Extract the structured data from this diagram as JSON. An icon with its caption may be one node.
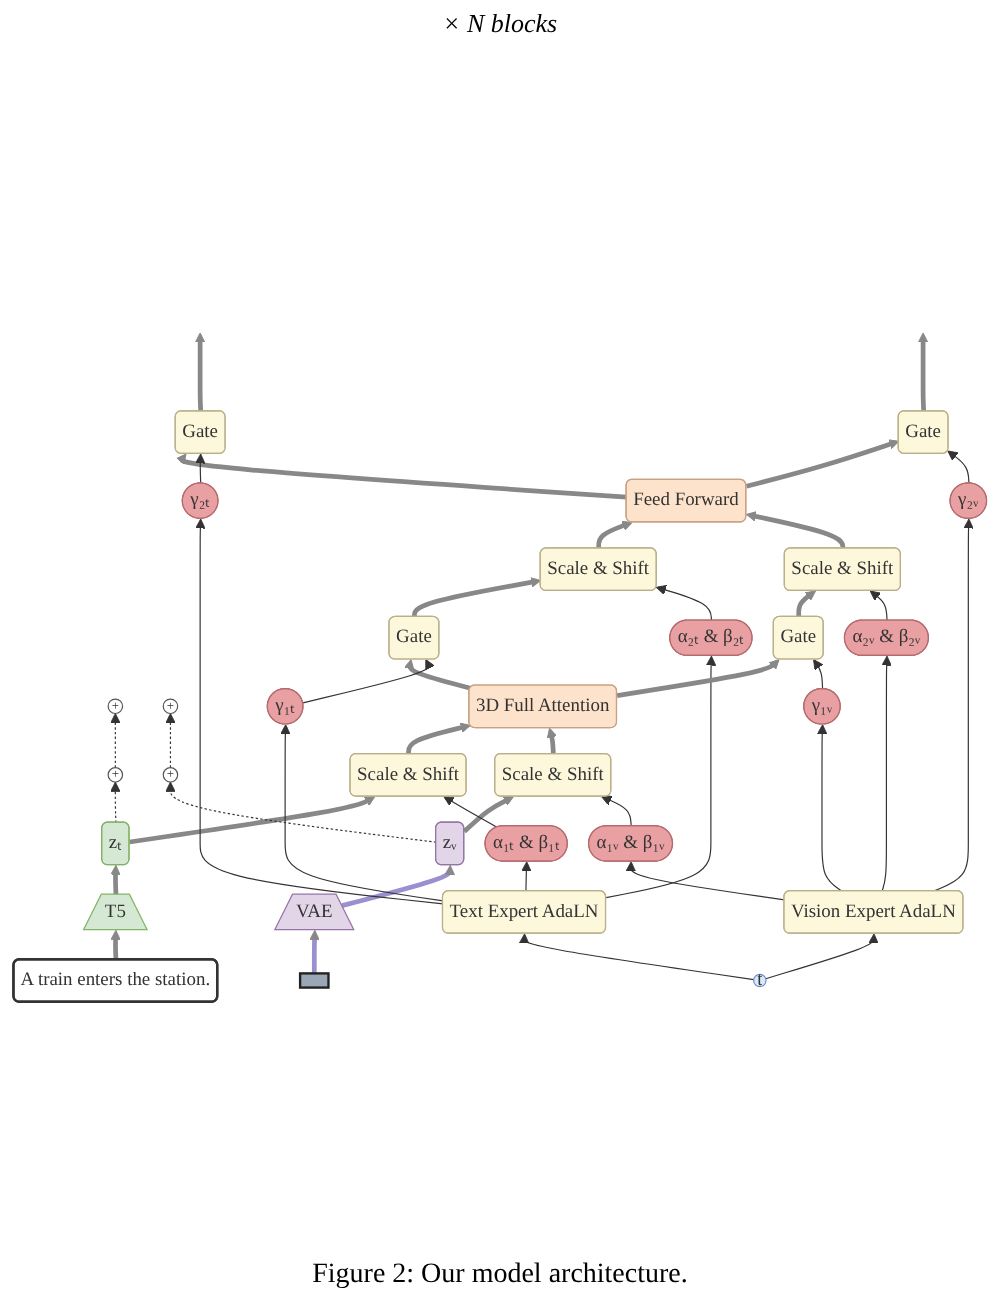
{
  "diagram": {
    "caption": "Figure 2: Our model architecture.",
    "nodes": [
      {
        "text": [
          "+"
        ]
      },
      {
        "text": [
          "+"
        ]
      },
      {
        "text": [
          "γ₂ₜ"
        ]
      },
      {
        "text": [
          "Gate"
        ]
      },
      {
        "text": [
          "Gate"
        ]
      },
      {
        "text": [
          "γ₂ᵥ"
        ]
      },
      {
        "text": [
          "Feed Forward"
        ]
      },
      {
        "text": [
          "α₂ₜ & β₂ₜ"
        ]
      },
      {
        "text": [
          "Scale & Shift"
        ]
      },
      {
        "text": [
          "Scale & Shift"
        ]
      },
      {
        "text": [
          "α₂ᵥ & β₂ᵥ"
        ]
      },
      {
        "text": [
          "+"
        ]
      },
      {
        "text": [
          "+"
        ]
      },
      {
        "text": [
          "γ₁ₜ"
        ]
      },
      {
        "text": [
          "Gate"
        ]
      },
      {
        "text": [
          "Gate"
        ]
      },
      {
        "text": [
          "γ₁ᵥ"
        ]
      },
      {
        "text": [
          "3D Full Attention"
        ]
      },
      {
        "text": [
          "α₁ₜ & β₁ₜ"
        ]
      },
      {
        "text": [
          "Scale & Shift"
        ]
      },
      {
        "text": [
          "Scale & Shift"
        ]
      },
      {
        "text": [
          "α₁ᵥ & β₁ᵥ"
        ]
      },
      {
        "text": [
          "Text Expert AdaLN"
        ]
      },
      {
        "text": [
          "Vision Expert AdaLN"
        ]
      },
      {
        "text": [
          "t"
        ]
      },
      {
        "text": [
          "A train enters the station."
        ]
      },
      {
        "text": [
          "T5"
        ]
      },
      {
        "text": [
          "zₜ"
        ]
      },
      {
        "text": [
          "zᵥ"
        ]
      },
      {
        "text": [
          "VAE"
        ]
      },
      {
        "text": [],
        "shape": "box"
      }
    ],
    "edges": [
      {
        "from": 25,
        "to": 26,
        "arrow": "to",
        "style": "thick"
      },
      {
        "from": 26,
        "to": 27,
        "arrow": "to",
        "style": "thick"
      },
      {
        "from": 30,
        "to": 29,
        "arrow": "to",
        "style": "thick",
        "color": "#9b8fd0"
      },
      {
        "from": 29,
        "to": 28,
        "arrow": "to",
        "style": "thick",
        "color": "#9b8fd0"
      },
      {
        "from": 24,
        "to": 22,
        "arrow": "to"
      },
      {
        "from": 24,
        "to": 23,
        "arrow": "to"
      },
      {
        "from": 27,
        "to": 19,
        "arrow": "to",
        "style": "thick"
      },
      {
        "from": 28,
        "to": 20,
        "arrow": "to",
        "style": "thick"
      },
      {
        "from": 27,
        "to": 11,
        "arrow": "to",
        "style": "dashed"
      },
      {
        "from": 28,
        "to": 12,
        "arrow": "to",
        "style": "dashed"
      },
      {
        "from": 22,
        "to": 18,
        "arrow": "to"
      },
      {
        "from": 22,
        "to": 13,
        "arrow": "to"
      },
      {
        "from": 22,
        "to": 7,
        "arrow": "to"
      },
      {
        "from": 22,
        "to": 2,
        "arrow": "to"
      },
      {
        "from": 23,
        "to": 21,
        "arrow": "to"
      },
      {
        "from": 23,
        "to": 16,
        "arrow": "to"
      },
      {
        "from": 23,
        "to": 10,
        "arrow": "to"
      },
      {
        "from": 23,
        "to": 5,
        "arrow": "to"
      },
      {
        "from": 18,
        "to": 19,
        "arrow": "to"
      },
      {
        "from": 21,
        "to": 20,
        "arrow": "to"
      },
      {
        "from": 19,
        "to": 17,
        "arrow": "to",
        "style": "thick"
      },
      {
        "from": 20,
        "to": 17,
        "arrow": "to",
        "style": "thick"
      },
      {
        "from": 17,
        "to": 14,
        "arrow": "to",
        "style": "thick"
      },
      {
        "from": 17,
        "to": 15,
        "arrow": "to",
        "style": "thick"
      },
      {
        "from": 13,
        "to": 14,
        "arrow": "to"
      },
      {
        "from": 16,
        "to": 15,
        "arrow": "to"
      },
      {
        "from": 14,
        "to": 8,
        "arrow": "to",
        "style": "thick"
      },
      {
        "from": 15,
        "to": 9,
        "arrow": "to",
        "style": "thick"
      },
      {
        "from": 11,
        "to": 0,
        "arrow": "to",
        "style": "dashed"
      },
      {
        "from": 12,
        "to": 1,
        "arrow": "to",
        "style": "dashed"
      },
      {
        "from": 7,
        "to": 8,
        "arrow": "to"
      },
      {
        "from": 10,
        "to": 9,
        "arrow": "to"
      },
      {
        "from": 8,
        "to": 6,
        "arrow": "to",
        "style": "thick"
      },
      {
        "from": 9,
        "to": 6,
        "arrow": "to",
        "style": "thick"
      },
      {
        "from": 6,
        "to": 3,
        "arrow": "to",
        "style": "thick"
      },
      {
        "from": 6,
        "to": 4,
        "arrow": "to",
        "style": "thick"
      },
      {
        "from": 2,
        "to": 3,
        "arrow": "to"
      },
      {
        "from": 5,
        "to": 4,
        "arrow": "to"
      },
      {
        "from": 3,
        "to": null,
        "arrow": "to",
        "style": "thick"
      },
      {
        "from": 4,
        "to": null,
        "arrow": "to",
        "style": "thick"
      }
    ],
    "labels": [
      "× N blocks"
    ]
  }
}
